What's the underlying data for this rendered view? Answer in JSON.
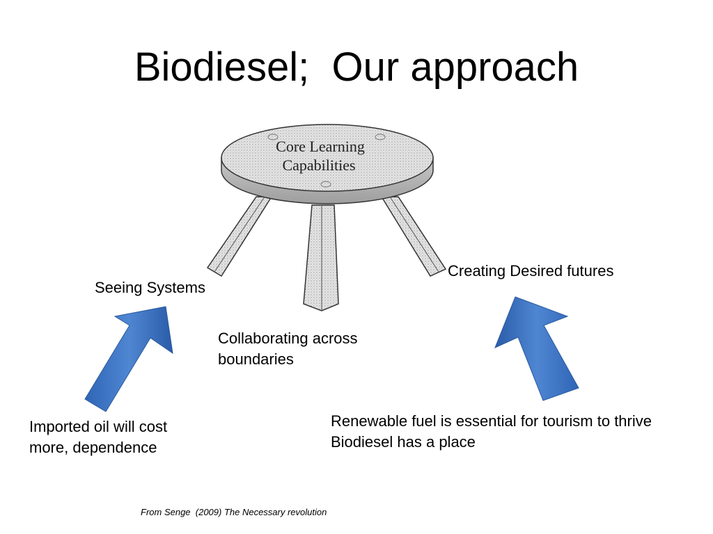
{
  "slide": {
    "title": "Biodiesel;  Our approach"
  },
  "stool": {
    "seat_line_1": "Core Learning",
    "seat_line_2": "Capabilities"
  },
  "labels": {
    "seeing_systems": "Seeing Systems",
    "creating_futures": "Creating Desired futures",
    "collaborating_line_1": "Collaborating across",
    "collaborating_line_2": "boundaries",
    "imported_line_1": "Imported oil will cost",
    "imported_line_2": "more, dependence",
    "renewable_line_1": "Renewable fuel is essential for tourism to thrive",
    "renewable_line_2": "Biodiesel has a place"
  },
  "source": "From Senge  (2009) The Necessary revolution",
  "colors": {
    "arrow_fill": "#3b73c4",
    "arrow_highlight": "#6fa0dd",
    "stool_fill": "#d9d9d9",
    "stool_stroke": "#333333"
  }
}
